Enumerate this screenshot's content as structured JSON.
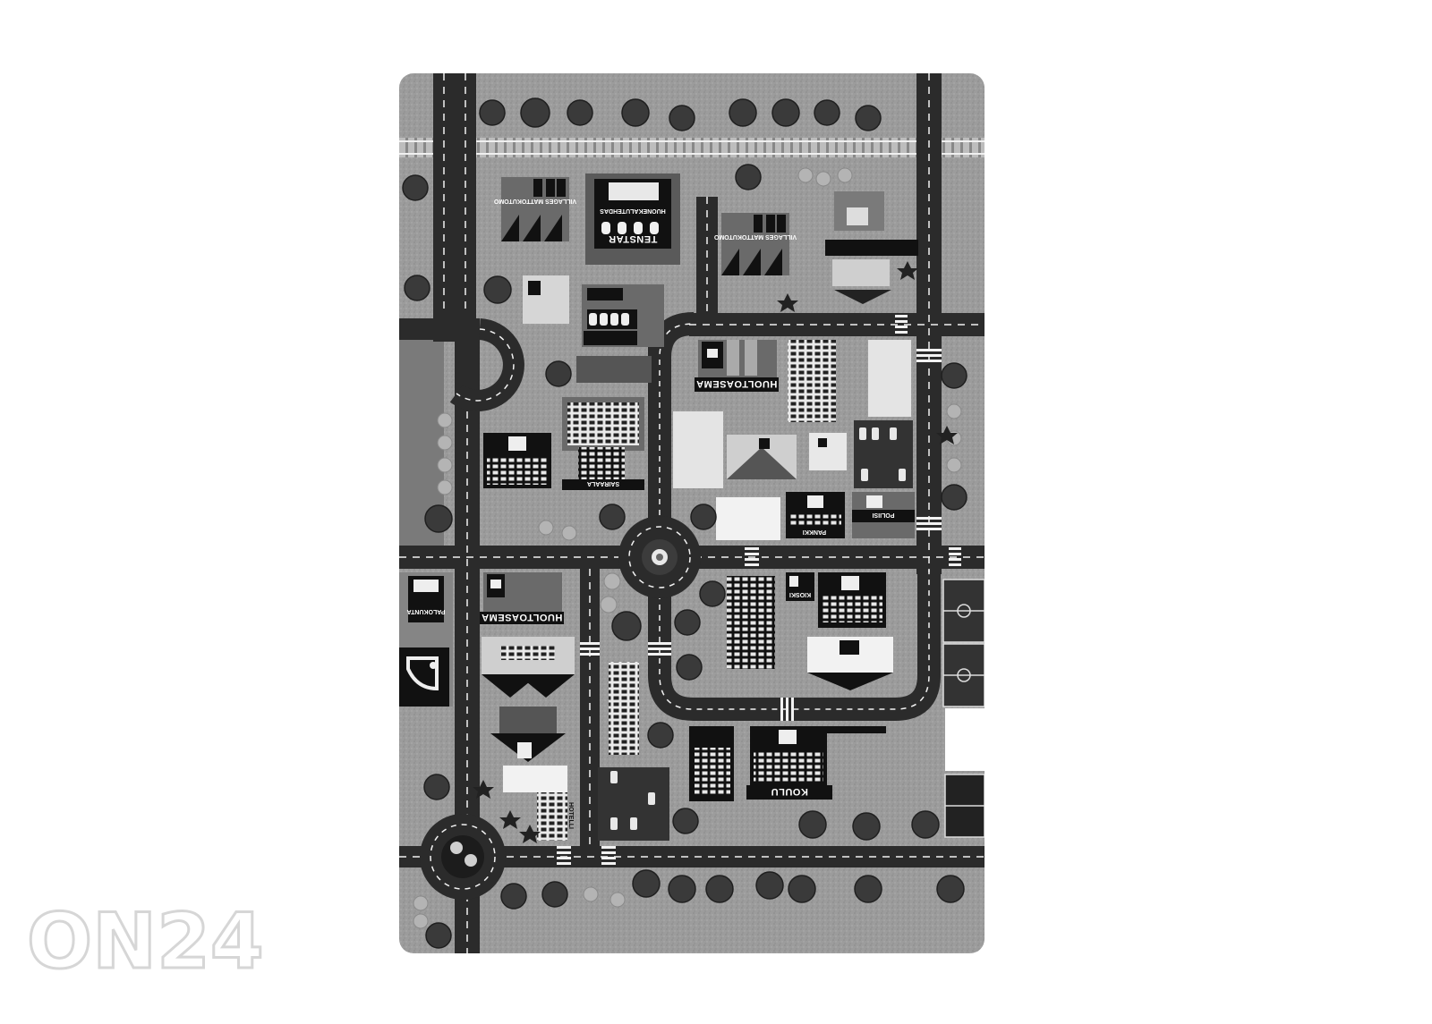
{
  "map": {
    "labels": {
      "railway_station": "",
      "furniture_store_name": "TENSTAR",
      "furniture_store": "HUONEKALUTEHDAS",
      "carpet_factory_1": "VILLAGES MATTOKUTOMO",
      "carpet_factory_2": "VILLAGES MATTOKUTOMO",
      "service_station_1": "HUOLTOASEMA",
      "service_station_2": "HUOLTOASEMA",
      "hospital": "SAIRAALA",
      "bank": "PANKKI",
      "police": "POLIISI",
      "kiosk": "KIOSKI",
      "fire_station": "PALOKUNTA",
      "school": "KOULU",
      "hotel": "HOTELLI"
    }
  },
  "watermark": {
    "text": "ON24"
  },
  "colors": {
    "background": "#ffffff",
    "grass": "#9a9a9a",
    "road": "#2b2b2b",
    "road_line": "#f2f2f2",
    "building_dark": "#111111",
    "building_mid": "#6a6a6a",
    "tree": "#3a3a3a",
    "watermark": "#d6d6d6"
  }
}
